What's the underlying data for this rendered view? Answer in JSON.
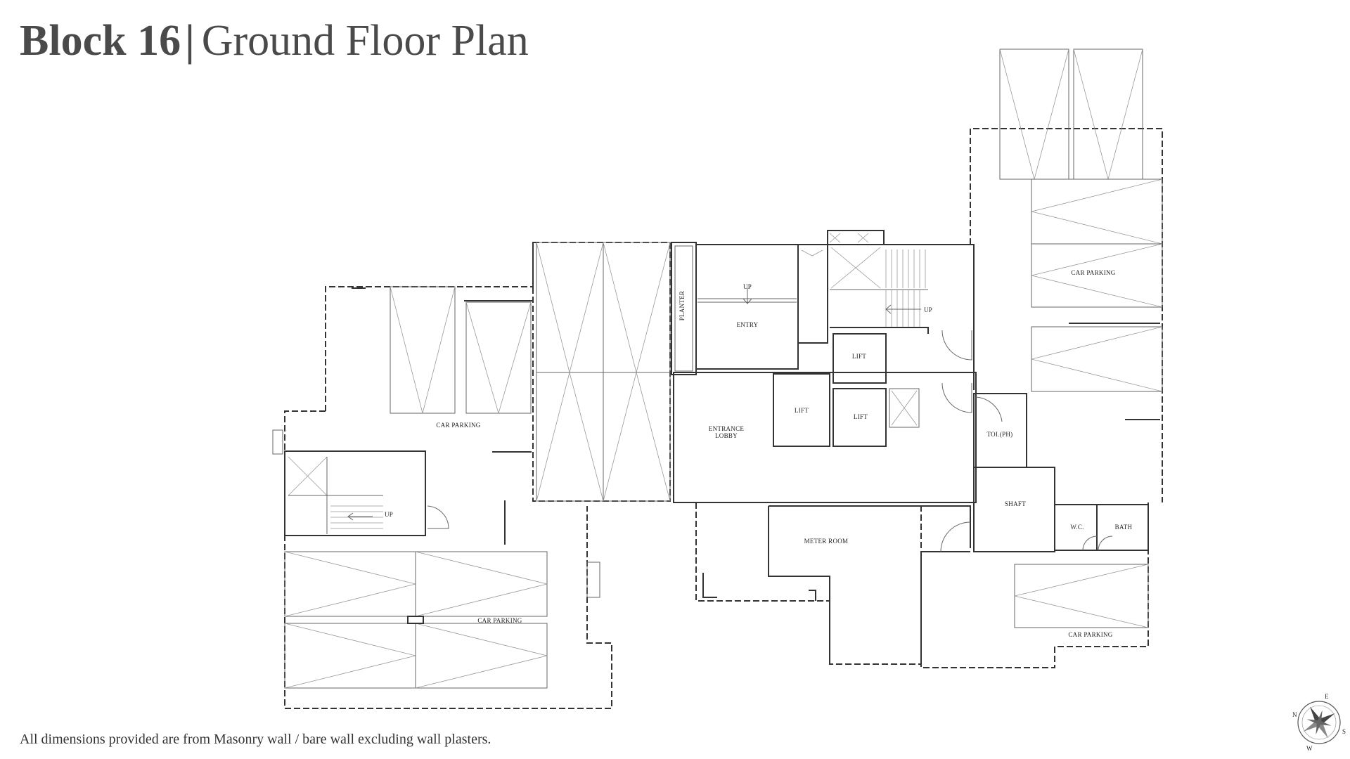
{
  "title": {
    "block": "Block 16",
    "separator": "|",
    "plan_name": "Ground Floor Plan"
  },
  "footnote": "All dimensions provided are from Masonry wall / bare wall excluding wall plasters.",
  "rooms": {
    "car_parking_left": "CAR PARKING",
    "car_parking_bottom": "CAR PARKING",
    "car_parking_right_top": "CAR PARKING",
    "car_parking_right_bottom": "CAR PARKING",
    "entry": "ENTRY",
    "entrance_lobby_1": "ENTRANCE",
    "entrance_lobby_2": "LOBBY",
    "lift_1": "LIFT",
    "lift_2": "LIFT",
    "lift_3": "LIFT",
    "planter": "PLANTER",
    "toilet": "TOI.(PH)",
    "shaft": "SHAFT",
    "wc": "W.C.",
    "bath": "BATH",
    "meter_room": "METER ROOM",
    "up_left": "UP",
    "up_entry": "UP",
    "up_stair": "UP"
  },
  "compass": {
    "north": "N",
    "east": "E",
    "south": "S",
    "west": "W"
  }
}
